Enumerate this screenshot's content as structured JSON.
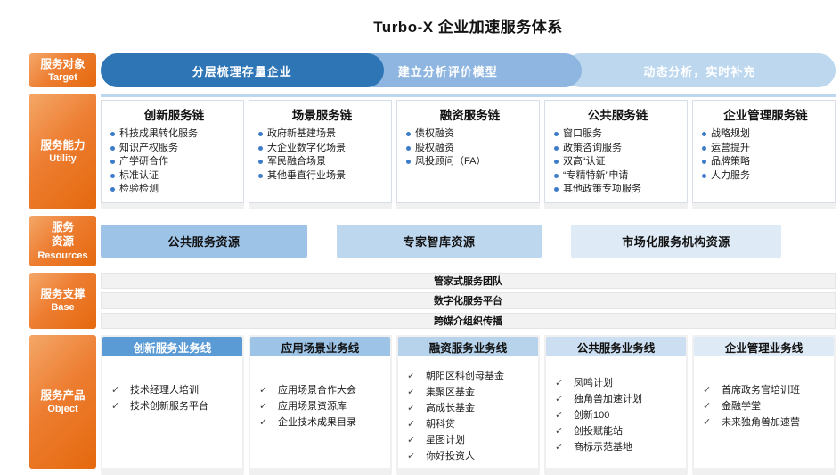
{
  "title": "Turbo-X 企业加速服务体系",
  "sidebar": {
    "items": [
      {
        "zh": "服务对象",
        "en": "Target"
      },
      {
        "zh": "服务能力",
        "en": "Utility"
      },
      {
        "zh": "服务资源",
        "en": "Resources"
      },
      {
        "zh": "服务支撑",
        "en": "Base"
      },
      {
        "zh": "服务产品",
        "en": "Object"
      }
    ]
  },
  "target": {
    "pills": [
      "分层梳理存量企业",
      "建立分析评价模型",
      "动态分析，实时补充"
    ]
  },
  "utility": {
    "columns": [
      {
        "header": "创新服务链",
        "items": [
          "科技成果转化服务",
          "知识产权服务",
          "产学研合作",
          "标准认证",
          "检验检测"
        ]
      },
      {
        "header": "场景服务链",
        "items": [
          "政府新基建场景",
          "大企业数字化场景",
          "军民融合场景",
          "其他垂直行业场景"
        ]
      },
      {
        "header": "融资服务链",
        "items": [
          "债权融资",
          "股权融资",
          "风投顾问（FA）"
        ]
      },
      {
        "header": "公共服务链",
        "items": [
          "窗口服务",
          "政策咨询服务",
          "双高“认证",
          "“专精特新”申请",
          "其他政策专项服务"
        ]
      },
      {
        "header": "企业管理服务链",
        "items": [
          "战略规划",
          "运营提升",
          "品牌策略",
          "人力服务"
        ]
      }
    ]
  },
  "resources": {
    "boxes": [
      "公共服务资源",
      "专家智库资源",
      "市场化服务机构资源"
    ]
  },
  "base": {
    "bars": [
      "管家式服务团队",
      "数字化服务平台",
      "跨媒介组织传播"
    ]
  },
  "products": {
    "columns": [
      {
        "header": "创新服务业务线",
        "items": [
          "技术经理人培训",
          "技术创新服务平台"
        ]
      },
      {
        "header": "应用场景业务线",
        "items": [
          "应用场景合作大会",
          "应用场景资源库",
          "企业技术成果目录"
        ]
      },
      {
        "header": "融资服务业务线",
        "items": [
          "朝阳区科创母基金",
          "集聚区基金",
          "高成长基金",
          "朝科贷",
          "星图计划",
          "你好投资人"
        ]
      },
      {
        "header": "公共服务业务线",
        "items": [
          "凤鸣计划",
          "独角兽加速计划",
          "创新100",
          "创投赋能站",
          "商标示范基地"
        ]
      },
      {
        "header": "企业管理业务线",
        "items": [
          "首席政务官培训班",
          "金融学堂",
          "未来独角兽加速营"
        ]
      }
    ]
  },
  "icons": {
    "check": "✓",
    "bullet_dot": "●"
  },
  "colors": {
    "sidebar_orange": "#ED7D31",
    "pill_dark_blue": "#2E75B6",
    "pill_mid_blue": "#8FB6E0",
    "pill_light_blue": "#BDD7EE",
    "product_header_blue": "#5B9BD5",
    "resource_mid_blue": "#9DC3E6",
    "resource_lightest_blue": "#DEEAF6",
    "support_gray": "#F2F2F2"
  }
}
